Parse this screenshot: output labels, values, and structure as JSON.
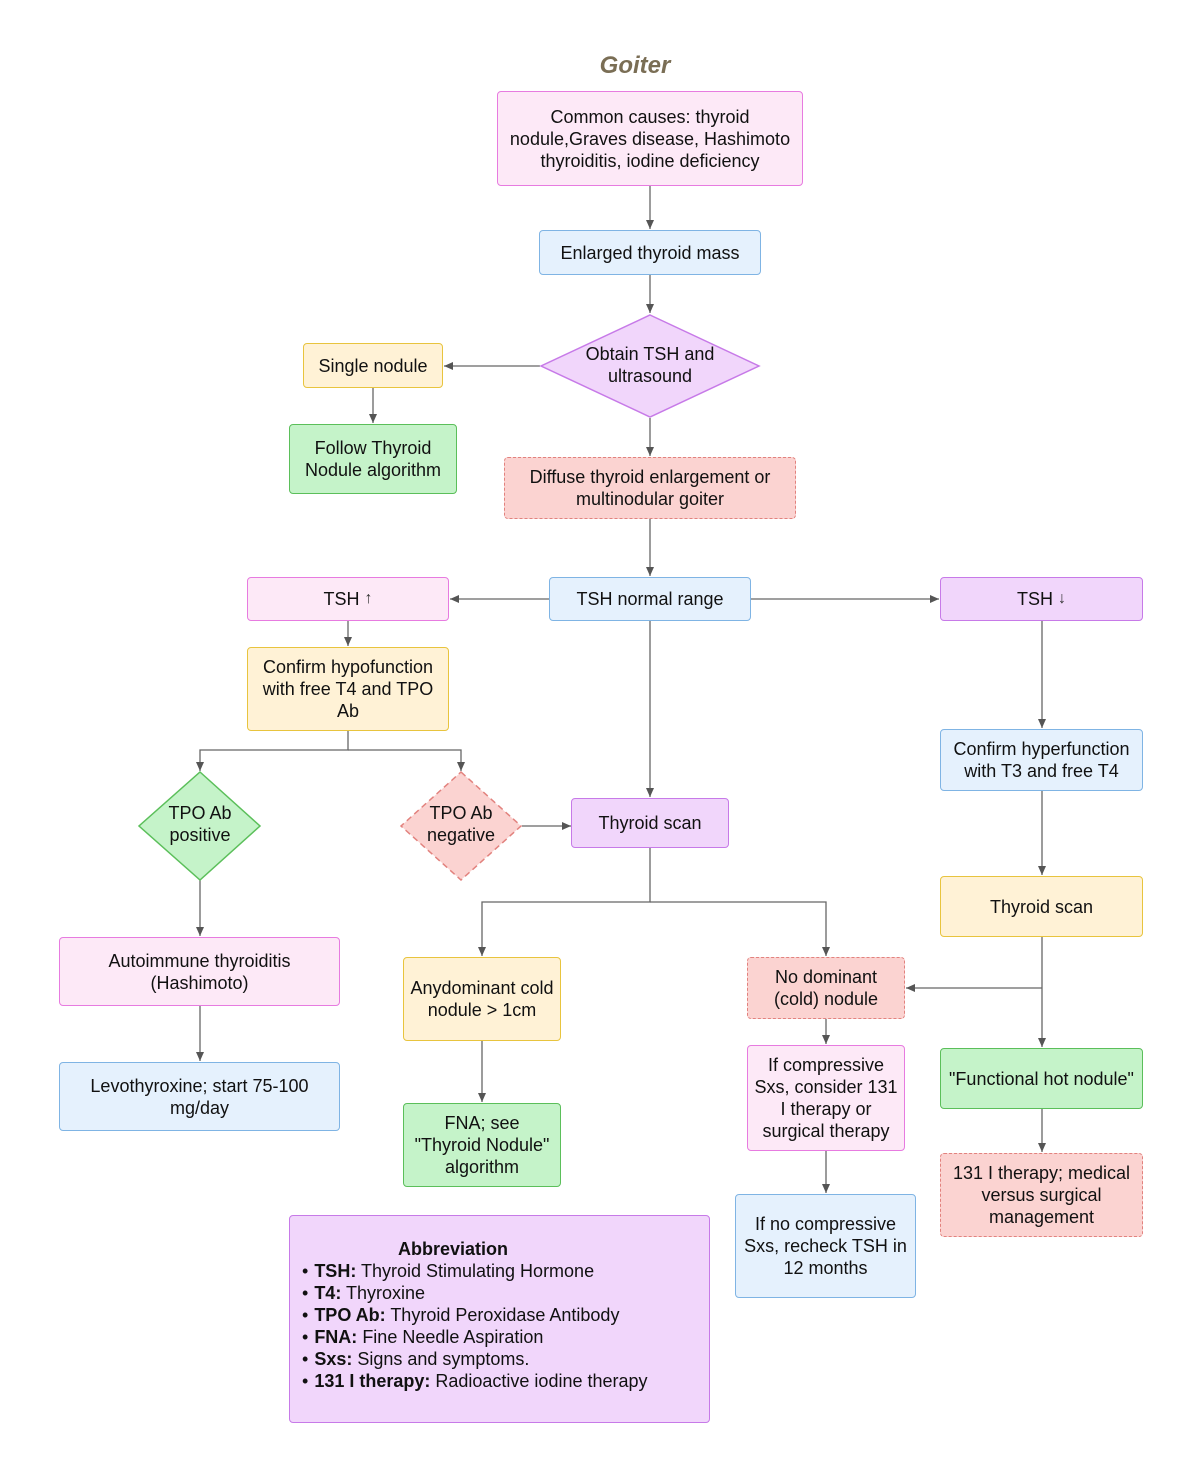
{
  "title": "Goiter",
  "nodes": {
    "common_causes": "Common causes: thyroid nodule,Graves disease, Hashimoto thyroiditis, iodine deficiency",
    "enlarged_mass": "Enlarged thyroid mass",
    "obtain_tsh": "Obtain TSH and ultrasound",
    "single_nodule": "Single nodule",
    "follow_nodule_algo": "Follow Thyroid Nodule algorithm",
    "diffuse": "Diffuse thyroid enlargement or multinodular goiter",
    "tsh_up": "TSH",
    "tsh_up_arrow": "↑",
    "tsh_normal": "TSH normal range",
    "tsh_down": "TSH",
    "tsh_down_arrow": "↓",
    "confirm_hypo": "Confirm hypofunction with free T4 and TPO Ab",
    "tpo_pos": "TPO Ab positive",
    "tpo_neg": "TPO Ab negative",
    "thyroid_scan_mid": "Thyroid scan",
    "confirm_hyper": "Confirm hyperfunction with T3 and free T4",
    "thyroid_scan_right": "Thyroid scan",
    "autoimmune": "Autoimmune thyroiditis (Hashimoto)",
    "levothyroxine": "Levothyroxine; start 75-100 mg/day",
    "cold_nodule": "Anydominant cold nodule > 1cm",
    "fna": "FNA; see \"Thyroid Nodule\" algorithm",
    "no_dominant": "No dominant (cold) nodule",
    "compressive": "If compressive Sxs, consider 131 I therapy or surgical therapy",
    "no_compressive": "If no compressive Sxs, recheck TSH in 12 months",
    "hot_nodule": "\"Functional hot nodule\"",
    "i131_therapy": "131 I therapy; medical versus surgical management"
  },
  "abbreviation": {
    "heading": "Abbreviation",
    "items": [
      {
        "term": "TSH:",
        "def": " Thyroid Stimulating Hormone"
      },
      {
        "term": "T4:",
        "def": " Thyroxine"
      },
      {
        "term": "TPO Ab:",
        "def": " Thyroid Peroxidase Antibody"
      },
      {
        "term": "FNA:",
        "def": " Fine Needle Aspiration"
      },
      {
        "term": "Sxs:",
        "def": " Signs and symptoms."
      },
      {
        "term": "131 I therapy:",
        "def": " Radioactive iodine therapy"
      }
    ]
  },
  "colors": {
    "pink": "#fde9f7",
    "blue": "#e5f1fd",
    "yellow": "#fff2d6",
    "green": "#c5f3c9",
    "purple": "#f1d6fb",
    "red": "#fbd3d1",
    "title": "#7a6e55"
  }
}
